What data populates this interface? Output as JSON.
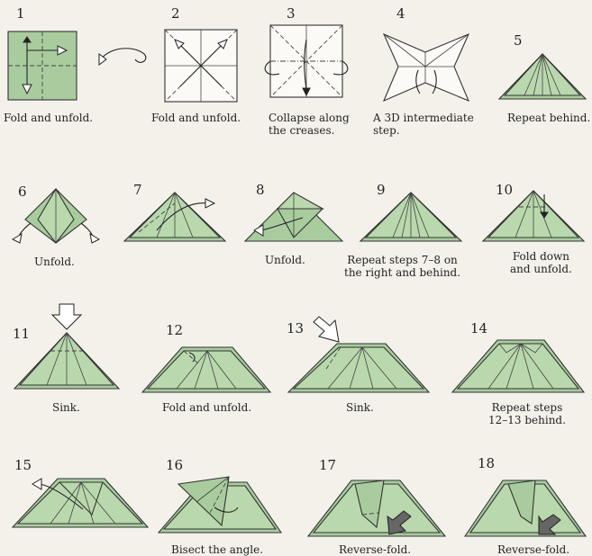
{
  "steps": [
    {
      "num": "1",
      "caption": "Fold and unfold."
    },
    {
      "num": "2",
      "caption": "Fold and unfold."
    },
    {
      "num": "3",
      "caption": "Collapse along the creases.",
      "lines": [
        "Collapse along",
        "the creases."
      ]
    },
    {
      "num": "4",
      "lines": [
        "A 3D intermediate",
        "step."
      ]
    },
    {
      "num": "5",
      "caption": "Repeat behind."
    },
    {
      "num": "6",
      "caption": "Unfold."
    },
    {
      "num": "7",
      "caption": ""
    },
    {
      "num": "8",
      "caption": "Unfold."
    },
    {
      "num": "9",
      "lines": [
        "Repeat steps 7–8 on",
        "the right and behind."
      ]
    },
    {
      "num": "10",
      "lines": [
        "Fold down",
        "and unfold."
      ]
    },
    {
      "num": "11",
      "caption": "Sink."
    },
    {
      "num": "12",
      "caption": "Fold and unfold."
    },
    {
      "num": "13",
      "caption": "Sink."
    },
    {
      "num": "14",
      "lines": [
        "Repeat steps",
        "12–13 behind."
      ]
    },
    {
      "num": "15",
      "caption": ""
    },
    {
      "num": "16",
      "caption": "Bisect the angle."
    },
    {
      "num": "17",
      "caption": "Reverse-fold."
    },
    {
      "num": "18",
      "caption": "Reverse-fold."
    }
  ],
  "colors": {
    "paper": "#a9cc9e",
    "background": "#f3f1ea"
  }
}
